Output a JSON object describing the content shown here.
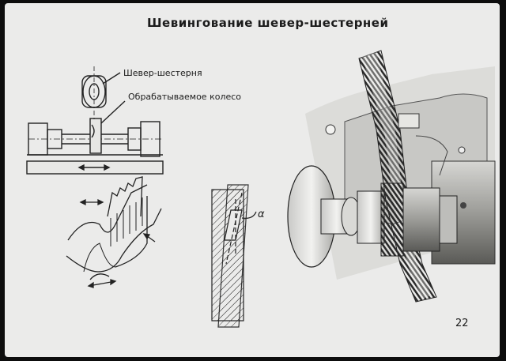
{
  "slide": {
    "title": "Шевингование шевер-шестерней",
    "label_shaver": "Шевер-шестерня",
    "label_workpiece": "Обрабатываемое колесо",
    "angle_symbol": "α",
    "page_number": "22"
  },
  "colors": {
    "background": "#0d0d0d",
    "paper": "#ebebea",
    "ink": "#1b1b1b"
  }
}
